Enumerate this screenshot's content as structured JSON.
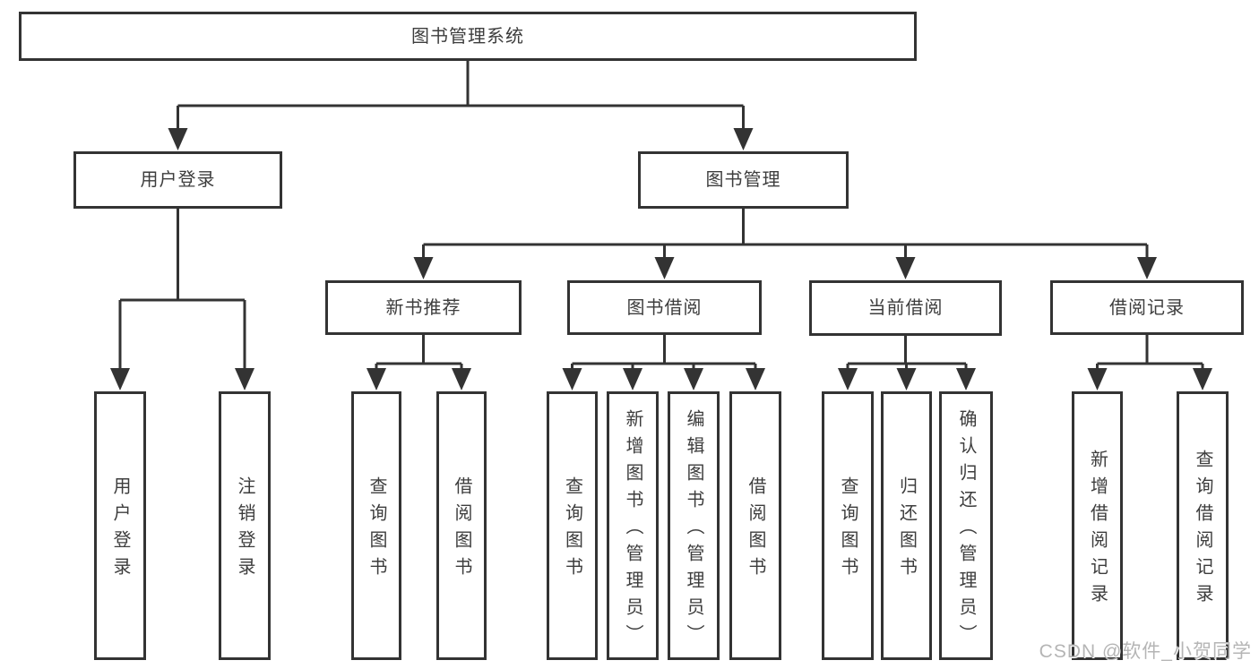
{
  "diagram": {
    "title": "图书管理系统",
    "nodes": [
      {
        "id": "root",
        "label": "图书管理系统",
        "orientation": "horizontal"
      },
      {
        "id": "user-login",
        "label": "用户登录",
        "orientation": "horizontal"
      },
      {
        "id": "book-mgmt",
        "label": "图书管理",
        "orientation": "horizontal"
      },
      {
        "id": "new-book-rec",
        "label": "新书推荐",
        "orientation": "horizontal"
      },
      {
        "id": "book-borrow",
        "label": "图书借阅",
        "orientation": "horizontal"
      },
      {
        "id": "current-borrow",
        "label": "当前借阅",
        "orientation": "horizontal"
      },
      {
        "id": "borrow-records",
        "label": "借阅记录",
        "orientation": "horizontal"
      },
      {
        "id": "ul-login",
        "label": "用户登录",
        "orientation": "vertical"
      },
      {
        "id": "ul-logout",
        "label": "注销登录",
        "orientation": "vertical"
      },
      {
        "id": "nb-query",
        "label": "查询图书",
        "orientation": "vertical"
      },
      {
        "id": "nb-borrow",
        "label": "借阅图书",
        "orientation": "vertical"
      },
      {
        "id": "bb-query",
        "label": "查询图书",
        "orientation": "vertical"
      },
      {
        "id": "bb-add",
        "label": "新增图书（管理员）",
        "orientation": "vertical"
      },
      {
        "id": "bb-edit",
        "label": "编辑图书（管理员）",
        "orientation": "vertical"
      },
      {
        "id": "bb-borrow",
        "label": "借阅图书",
        "orientation": "vertical"
      },
      {
        "id": "cb-query",
        "label": "查询图书",
        "orientation": "vertical"
      },
      {
        "id": "cb-return",
        "label": "归还图书",
        "orientation": "vertical"
      },
      {
        "id": "cb-confirm",
        "label": "确认归还（管理员）",
        "orientation": "vertical"
      },
      {
        "id": "br-add",
        "label": "新增借阅记录",
        "orientation": "vertical"
      },
      {
        "id": "br-query",
        "label": "查询借阅记录",
        "orientation": "vertical"
      }
    ],
    "edges": [
      {
        "from": "root",
        "to": [
          "user-login",
          "book-mgmt"
        ]
      },
      {
        "from": "user-login",
        "to": [
          "ul-login",
          "ul-logout"
        ]
      },
      {
        "from": "book-mgmt",
        "to": [
          "new-book-rec",
          "book-borrow",
          "current-borrow",
          "borrow-records"
        ]
      },
      {
        "from": "new-book-rec",
        "to": [
          "nb-query",
          "nb-borrow"
        ]
      },
      {
        "from": "book-borrow",
        "to": [
          "bb-query",
          "bb-add",
          "bb-edit",
          "bb-borrow"
        ]
      },
      {
        "from": "current-borrow",
        "to": [
          "cb-query",
          "cb-return",
          "cb-confirm"
        ]
      },
      {
        "from": "borrow-records",
        "to": [
          "br-add",
          "br-query"
        ]
      }
    ],
    "colors": {
      "stroke": "#333333",
      "text": "#3d3d3d",
      "background": "#ffffff",
      "watermark": "#b5b5b5"
    }
  },
  "watermark": {
    "text": "CSDN @软件_小贺同学"
  }
}
